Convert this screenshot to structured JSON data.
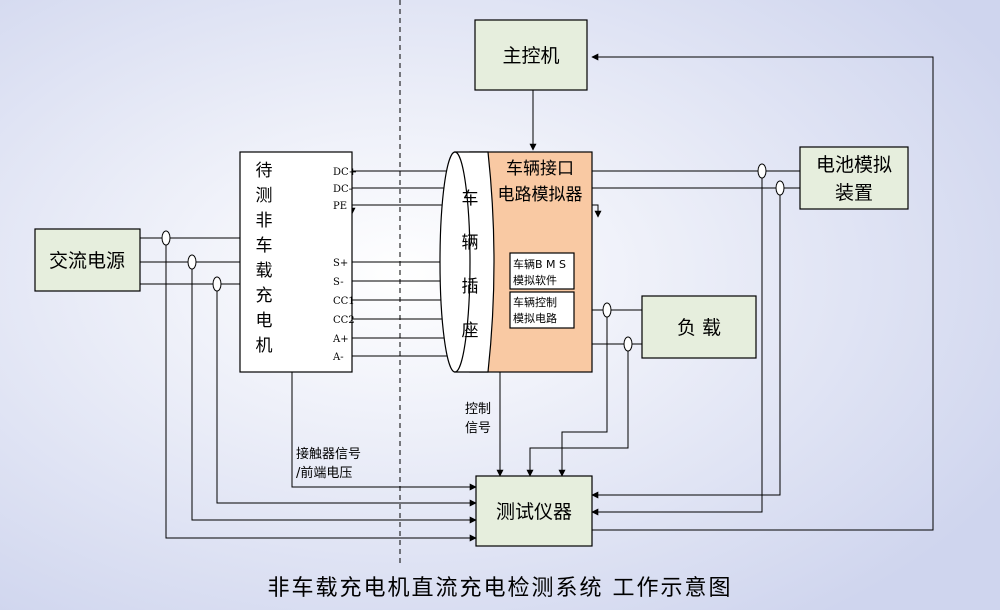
{
  "boxes": {
    "main_controller": "主控机",
    "ac_source": "交流电源",
    "charger_chars": [
      "待",
      "测",
      "非",
      "车",
      "载",
      "充",
      "电",
      "机"
    ],
    "socket_chars": [
      "车",
      "辆",
      "插",
      "座"
    ],
    "interface_line1": "车辆接口",
    "interface_line2": "电路模拟器",
    "bms_line1": "车辆B M S",
    "bms_line2": "模拟软件",
    "ctrl_line1": "车辆控制",
    "ctrl_line2": "模拟电路",
    "battery_line1": "电池模拟",
    "battery_line2": "装置",
    "load": "负  载",
    "tester": "测试仪器"
  },
  "pins": [
    "DC+",
    "DC-",
    "PE",
    "S+",
    "S-",
    "CC1",
    "CC2",
    "A+",
    "A-"
  ],
  "labels": {
    "control_signal_line1": "控制",
    "control_signal_line2": "信号",
    "contactor_line1": "接触器信号",
    "contactor_line2": "/前端电压"
  },
  "caption": "非车载充电机直流充电检测系统  工作示意图",
  "colors": {
    "background": "#dfe3f4",
    "box_fill": "#e6eedd",
    "interface_fill": "#f9c9a3"
  }
}
